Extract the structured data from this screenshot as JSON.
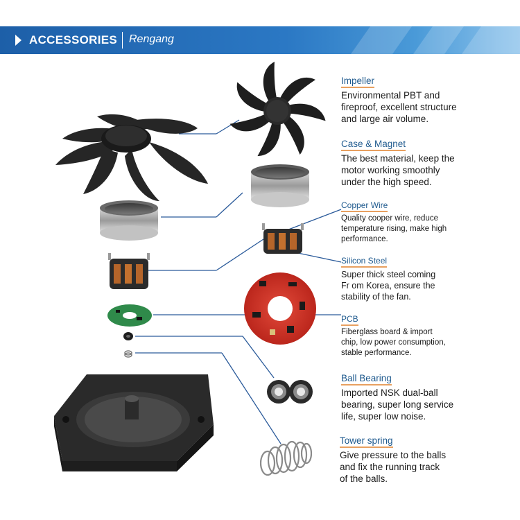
{
  "header": {
    "title": "ACCESSORIES",
    "brand": "Rengang"
  },
  "parts": [
    {
      "heading": "Impeller",
      "lines": [
        "Environmental PBT and",
        "fireproof, excellent structure",
        "and large air volume."
      ]
    },
    {
      "heading": "Case & Magnet",
      "lines": [
        "The best material, keep the",
        "motor working smoothly",
        "under the high speed."
      ]
    },
    {
      "heading": "Copper Wire",
      "lines": [
        "Quality cooper wire, reduce",
        "temperature rising, make high",
        "performance."
      ]
    },
    {
      "heading": "Silicon Steel",
      "lines": [
        "Super thick steel coming",
        "Fr om Korea, ensure the",
        "stability of the fan."
      ]
    },
    {
      "heading": "PCB",
      "lines": [
        "Fiberglass board & import",
        "chip, low power consumption,",
        "stable performance."
      ]
    },
    {
      "heading": "Ball Bearing",
      "lines": [
        "Imported  NSK dual-ball",
        "bearing, super long service",
        "life, super low noise."
      ]
    },
    {
      "heading": "Tower spring",
      "lines": [
        "Give pressure to the balls",
        "and fix the running track",
        "of the balls."
      ]
    }
  ],
  "colors": {
    "banner": "#2b78c4",
    "heading_text": "#1f5a8e",
    "heading_underline": "#e8a060",
    "leader_line": "#2a5a9a"
  }
}
